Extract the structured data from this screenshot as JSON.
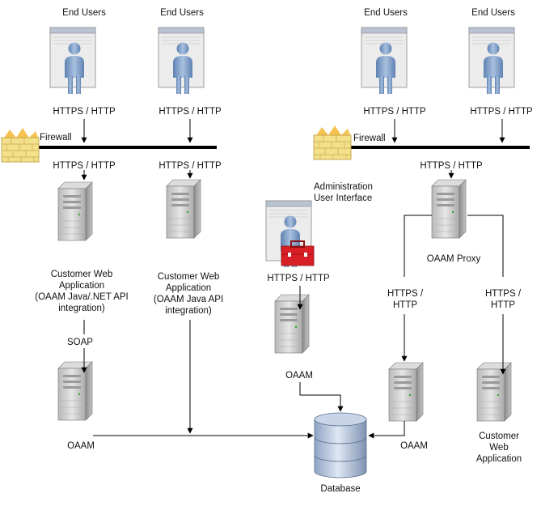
{
  "left": {
    "end_users_1": "End Users",
    "end_users_2": "End Users",
    "proto_user_1": "HTTPS / HTTP",
    "proto_user_2": "HTTPS / HTTP",
    "firewall": "Firewall",
    "proto_fw_1": "HTTPS / HTTP",
    "proto_fw_2": "HTTPS / HTTP",
    "app_1": "Customer Web\nApplication\n(OAAM Java/.NET API\nintegration)",
    "app_2": "Customer Web\nApplication\n(OAAM Java API\nintegration)",
    "soap": "SOAP",
    "oaam": "OAAM"
  },
  "middle": {
    "admin_ui": "Administration\nUser Interface",
    "proto_admin": "HTTPS / HTTP",
    "oaam": "OAAM",
    "database": "Database"
  },
  "right": {
    "end_users_1": "End Users",
    "end_users_2": "End Users",
    "proto_user_1": "HTTPS / HTTP",
    "proto_user_2": "HTTPS / HTTP",
    "firewall": "Firewall",
    "proto_fw": "HTTPS / HTTP",
    "proxy": "OAAM Proxy",
    "proto_proxy_1": "HTTPS /\nHTTP",
    "proto_proxy_2": "HTTPS /\nHTTP",
    "oaam": "OAAM",
    "app": "Customer Web\nApplication"
  },
  "colors": {
    "line": "#000000",
    "server_body": "#c9c9c9",
    "person": "#7f9fc6",
    "firewall_brick": "#f2e08a",
    "toolbox": "#d81f26",
    "database": "#9fb3cf"
  }
}
